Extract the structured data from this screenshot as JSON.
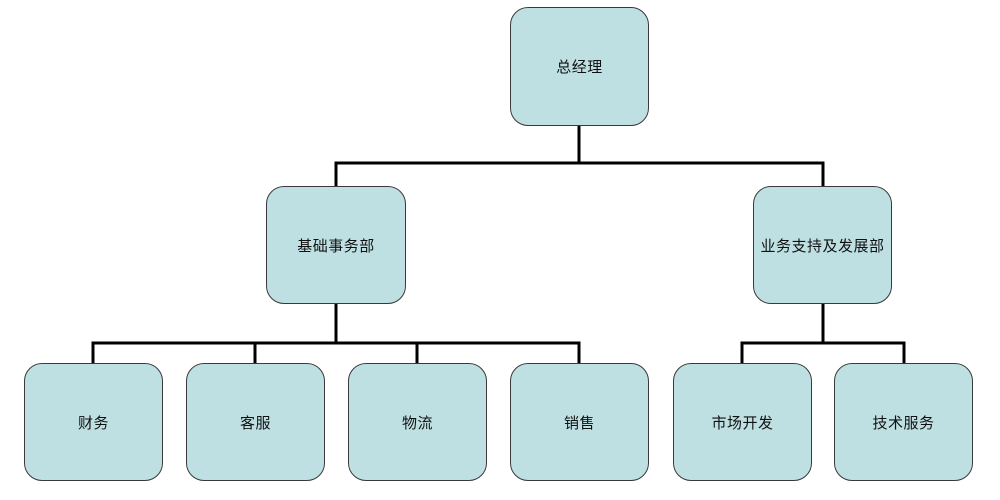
{
  "org_chart": {
    "root": {
      "label": "总经理"
    },
    "departments": [
      {
        "label": "基础事务部",
        "children": [
          {
            "label": "财务"
          },
          {
            "label": "客服"
          },
          {
            "label": "物流"
          },
          {
            "label": "销售"
          }
        ]
      },
      {
        "label": "业务支持及发展部",
        "children": [
          {
            "label": "市场开发"
          },
          {
            "label": "技术服务"
          }
        ]
      }
    ]
  },
  "colors": {
    "node_fill": "#bfe0e3",
    "node_border": "#3a3a3a",
    "connector": "#000000"
  }
}
